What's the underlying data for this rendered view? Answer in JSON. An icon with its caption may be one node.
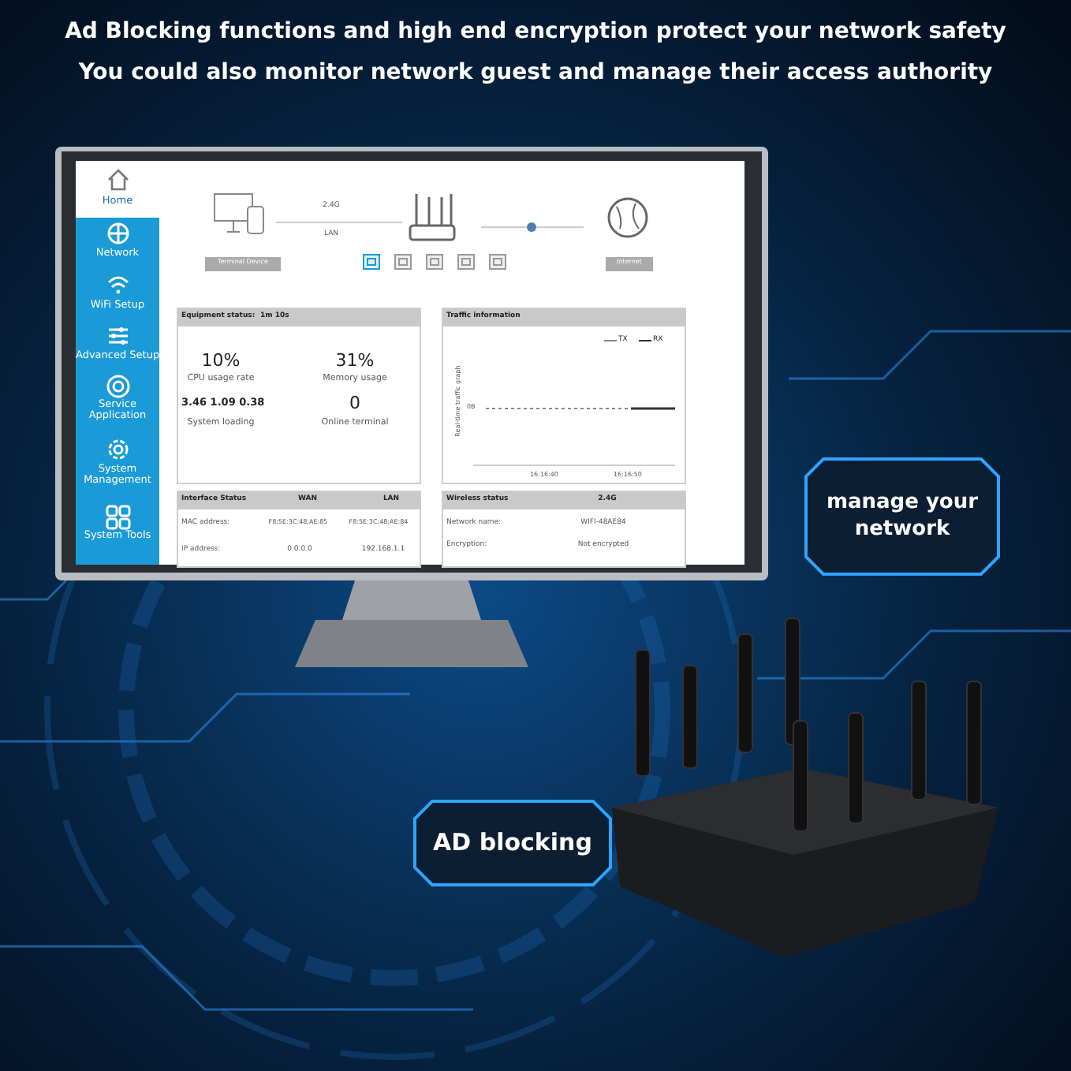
{
  "diagram": {
    "nodes": [
      {
        "text": [
          "manage your network"
        ]
      },
      {
        "text": [
          "AD blocking"
        ]
      }
    ],
    "edges": [],
    "labels": [
      "Ad Blocking functions and high end encryption protect your network safety",
      "You could also monitor network guest and manage their access authority",
      "Home",
      "Network",
      "WiFi Setup",
      "Advanced Setup",
      "Service Application",
      "System Management",
      "System Tools",
      "2.4G",
      "LAN",
      "Terminal Device",
      "Internet",
      "Equipment status:",
      "1m 10s",
      "10%",
      "CPU usage rate",
      "31%",
      "Memory usage",
      "3.46 1.09 0.38",
      "System loading",
      "0",
      "Online terminal",
      "Traffic information",
      "TX",
      "RX",
      "Real-time traffic graph",
      "0B",
      "16:16:40",
      "16:16:50",
      "Interface Status",
      "WAN",
      "LAN",
      "MAC address:",
      "F8:5E:3C:48:AE:85",
      "F8:5E:3C:48:AE:84",
      "IP address:",
      "0.0.0.0",
      "192.168.1.1",
      "Wireless status",
      "2.4G",
      "Network name:",
      "WIFI-48AE84",
      "Encryption:",
      "Not encrypted"
    ]
  }
}
